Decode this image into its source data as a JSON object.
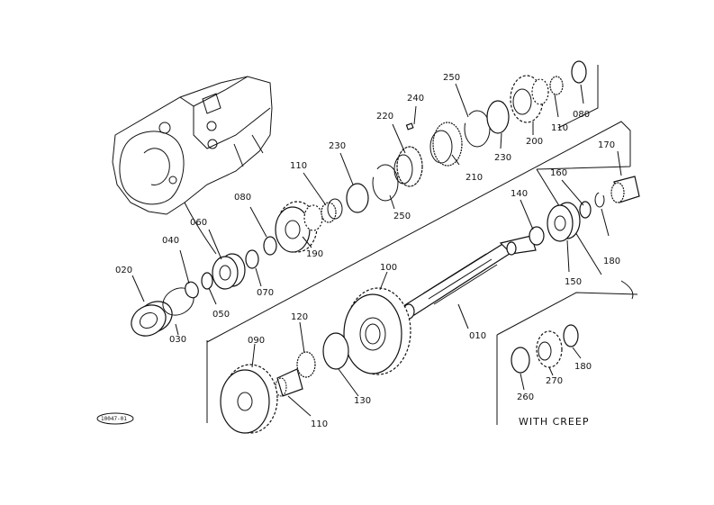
{
  "labels": {
    "l010": "010",
    "l020": "020",
    "l030": "030",
    "l040": "040",
    "l050": "050",
    "l060": "060",
    "l070": "070",
    "l080a": "080",
    "l080b": "080",
    "l090": "090",
    "l100": "100",
    "l110a": "110",
    "l110b": "110",
    "l110c": "110",
    "l120": "120",
    "l130": "130",
    "l140": "140",
    "l150": "150",
    "l160": "160",
    "l170": "170",
    "l180a": "180",
    "l180b": "180",
    "l190": "190",
    "l200": "200",
    "l210": "210",
    "l220": "220",
    "l230a": "230",
    "l230b": "230",
    "l240": "240",
    "l250a": "250",
    "l250b": "250",
    "l260": "260",
    "l270": "270"
  },
  "caption": "WITH CREEP",
  "reference": "10047-01"
}
